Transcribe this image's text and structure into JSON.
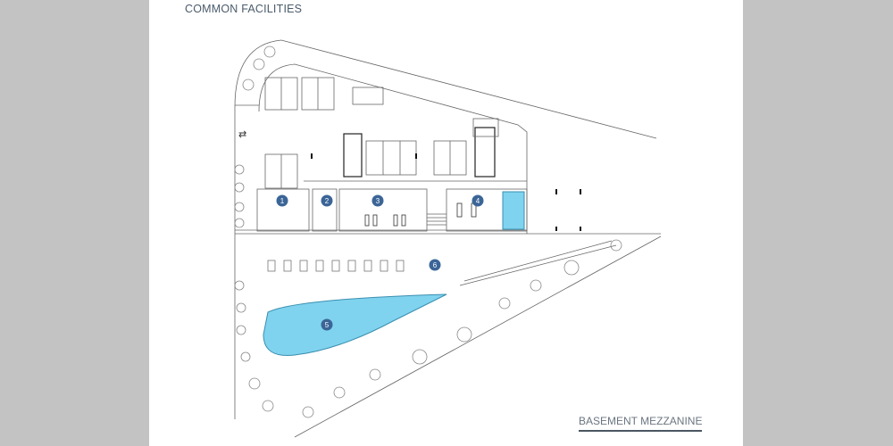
{
  "header": {
    "title": "COMMON FACILITIES"
  },
  "footer": {
    "level_label": "BASEMENT MEZZANINE"
  },
  "colors": {
    "marker": "#3b6597",
    "pool": "#7fd3ee",
    "line": "#555555",
    "background": "#c3c3c3"
  },
  "markers": [
    {
      "label": "1"
    },
    {
      "label": "2"
    },
    {
      "label": "3"
    },
    {
      "label": "4"
    },
    {
      "label": "5"
    },
    {
      "label": "6"
    }
  ],
  "icons": {
    "entry": "swap-arrows-icon"
  }
}
